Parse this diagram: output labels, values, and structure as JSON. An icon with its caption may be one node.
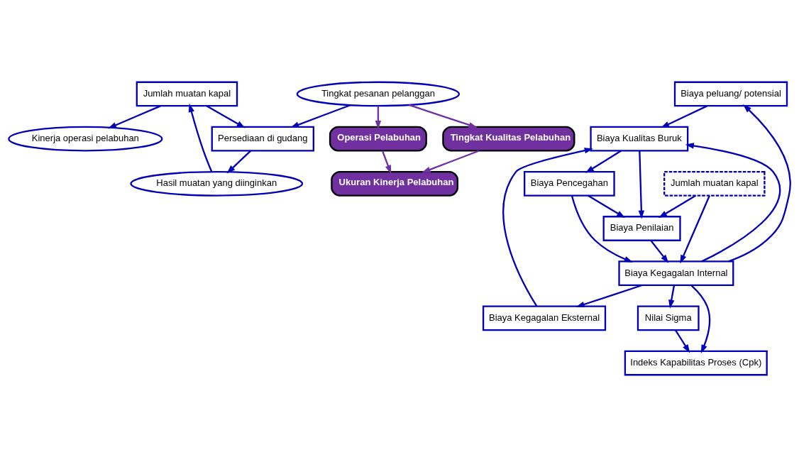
{
  "diagram": {
    "nodes": [
      {
        "text": [
          "Jumlah muatan kapal"
        ]
      },
      {
        "text": [
          "Persediaan di gudang"
        ]
      },
      {
        "text": [
          "Hasil muatan yang diinginkan"
        ]
      },
      {
        "text": [
          "Tingkat pesanan pelanggan"
        ]
      },
      {
        "text": [
          "Operasi Pelabuhan"
        ]
      },
      {
        "text": [
          "Kinerja operasi pelabuhan"
        ]
      },
      {
        "text": [
          "Biaya peluang/ potensial"
        ]
      },
      {
        "text": [
          "Biaya Kegagalan Eksternal"
        ]
      },
      {
        "text": [
          "Biaya Kualitas Buruk"
        ]
      },
      {
        "text": [
          "Tingkat Kualitas Pelabuhan"
        ]
      },
      {
        "text": [
          "Biaya Pencegahan"
        ]
      },
      {
        "text": [
          "Biaya Kegagalan Internal"
        ]
      },
      {
        "text": [
          "Ukuran Kinerja Pelabuhan"
        ]
      },
      {
        "text": [
          "Nilai Sigma"
        ]
      },
      {
        "text": [
          "Indeks Kapabilitas Proses (Cpk)"
        ]
      },
      {
        "text": [
          "Biaya Penilaian"
        ]
      },
      {
        "text": [
          "Jumlah muatan kapal"
        ]
      }
    ],
    "edges": [
      {
        "from": 0,
        "to": 1,
        "arrow": "to"
      },
      {
        "from": 1,
        "to": 2,
        "arrow": "to"
      },
      {
        "from": 2,
        "to": 0,
        "arrow": "to"
      },
      {
        "from": 0,
        "to": 5,
        "arrow": "to"
      },
      {
        "from": 3,
        "to": 1,
        "arrow": "to"
      },
      {
        "from": 3,
        "to": 4,
        "arrow": "to",
        "color": "#7030a0"
      },
      {
        "from": 3,
        "to": 9,
        "arrow": "to",
        "color": "#7030a0"
      },
      {
        "from": 4,
        "to": 12,
        "arrow": "to",
        "color": "#7030a0"
      },
      {
        "from": 9,
        "to": 12,
        "arrow": "to",
        "color": "#7030a0"
      },
      {
        "from": 11,
        "to": 6,
        "arrow": "to"
      },
      {
        "from": 6,
        "to": 8,
        "arrow": "to"
      },
      {
        "from": 7,
        "to": 8,
        "arrow": "to"
      },
      {
        "from": 11,
        "to": 7,
        "arrow": "to"
      },
      {
        "from": 11,
        "to": 8,
        "arrow": "to"
      },
      {
        "from": 8,
        "to": 10,
        "arrow": "to"
      },
      {
        "from": 8,
        "to": 15,
        "arrow": "to"
      },
      {
        "from": 10,
        "to": 11,
        "arrow": "to"
      },
      {
        "from": 10,
        "to": 15,
        "arrow": "to"
      },
      {
        "from": 15,
        "to": 11,
        "arrow": "to"
      },
      {
        "from": 16,
        "to": 11,
        "arrow": "to"
      },
      {
        "from": 16,
        "to": 15,
        "arrow": "to"
      },
      {
        "from": 11,
        "to": 14,
        "arrow": "to"
      },
      {
        "from": 11,
        "to": 13,
        "arrow": "to"
      },
      {
        "from": 13,
        "to": 14,
        "arrow": "to"
      }
    ]
  }
}
